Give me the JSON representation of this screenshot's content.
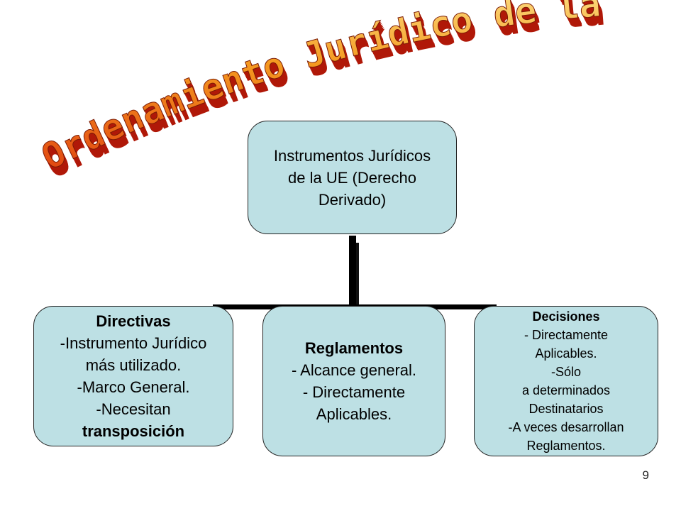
{
  "title": "Ordenamiento Jurídico de la UE",
  "root": {
    "lines": [
      "Instrumentos Jurídicos",
      "de la UE (Derecho",
      "Derivado)"
    ]
  },
  "directivas": {
    "heading": "Directivas",
    "lines": [
      "-Instrumento Jurídico",
      "más utilizado.",
      "-Marco General.",
      "-Necesitan"
    ],
    "emphasis": "transposición"
  },
  "reglamentos": {
    "heading": "Reglamentos",
    "lines": [
      "- Alcance general.",
      "- Directamente",
      "Aplicables."
    ]
  },
  "decisiones": {
    "heading": "Decisiones",
    "lines": [
      "- Directamente",
      "Aplicables.",
      "-Sólo",
      "a determinados",
      "Destinatarios",
      "-A veces desarrollan",
      "Reglamentos."
    ]
  },
  "page_number": "9",
  "colors": {
    "box_fill": "#bde0e4",
    "title_front": "#f07a10",
    "title_extrude": "#b01808"
  }
}
